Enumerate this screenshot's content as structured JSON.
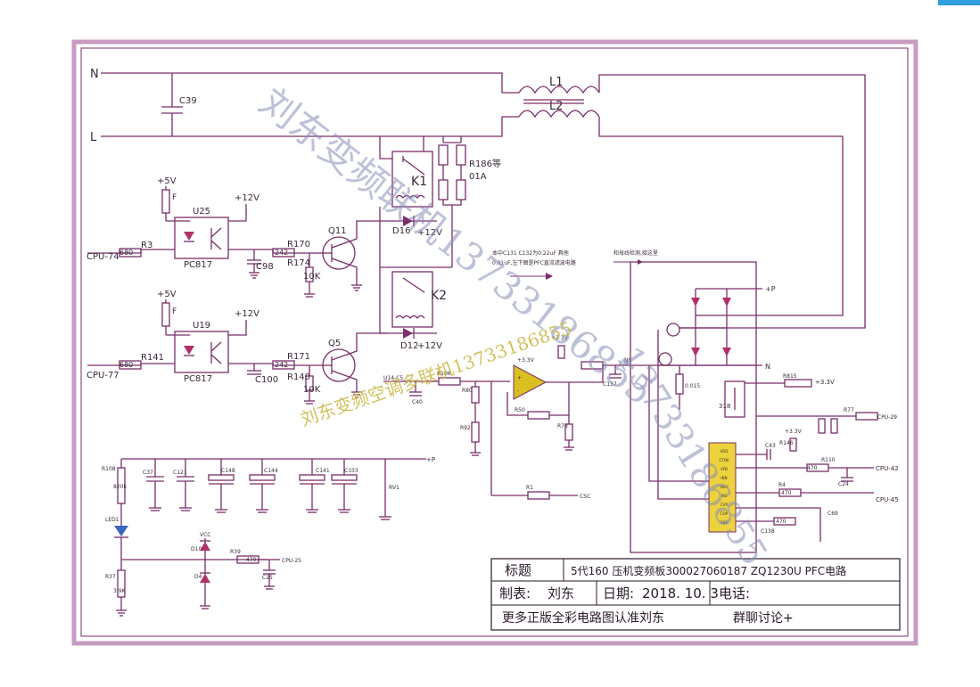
{
  "colors": {
    "frame": "#c79bc2",
    "wire": "#7a2e6a",
    "opamp": "#d8c020",
    "ic": "#ecd23c",
    "led": "#b0306a",
    "watermark_blue": "#8890b8",
    "watermark_yellow": "#c8b840",
    "top_tab": "#2f9fe0"
  },
  "rails": {
    "n": "N",
    "l": "L",
    "plus5v": "+5V",
    "plus12v": "+12V",
    "plus3v3": "+3.3V",
    "plus_p": "+P"
  },
  "inductors": {
    "l1": "L1",
    "l2": "L2"
  },
  "relays": {
    "k1": "K1",
    "k2": "K2"
  },
  "labels": {
    "c39": "C39",
    "r186": "R186等",
    "r186_val": "01A",
    "u25": "U25",
    "u19": "U19",
    "pc817_a": "PC817",
    "pc817_b": "PC817",
    "f_a": "F",
    "f_b": "F",
    "q11": "Q11",
    "q5": "Q5",
    "d16": "D16",
    "d12": "D12",
    "r170": "R170",
    "r170_val": "242",
    "r174": "R174",
    "r174_val": "10K",
    "r171": "R171",
    "r171_val": "242",
    "r140": "R140",
    "r140_val": "10K",
    "r3": "R3",
    "r3_val": "680",
    "r141": "R141",
    "r141_val": "680",
    "c98": "C98",
    "c100": "C100",
    "cpu74": "CPU-74",
    "cpu77": "CPU-77",
    "note1_a": "本中C131 C132为0.22uF 具他",
    "note1_b": "0.01uF,左下图是PFC直流滤波电路",
    "note2": "和母线检测,接这里",
    "ui4": "U14-C5",
    "r106": "R106",
    "r80": "R80",
    "r92": "R92",
    "r50": "R50",
    "r78": "R78",
    "c40": "C40",
    "c137": "C137",
    "ns": "NS",
    "n_bus": "N",
    "r015": "0.015",
    "r815": "R815",
    "r77": "R77",
    "cpu29": "CPU-29",
    "cpu42": "CPU-42",
    "cpu45": "CPU-45",
    "csc": "CSC",
    "r1": "R1",
    "r4": "R4",
    "r110": "R110",
    "r146": "R146",
    "c43": "C43",
    "c69": "C69",
    "c138": "C138",
    "r_470a": "470",
    "r_470b": "470",
    "r_470c": "470",
    "ic_pins": [
      "VDD",
      "CTOK",
      "VFB",
      "INN",
      "IIN-S",
      "INS",
      "CVP",
      "COP",
      "GND"
    ],
    "r108": "R108",
    "r108_val": "820k",
    "c37": "C37",
    "c121": "C121",
    "c148": "C148",
    "c144": "C144",
    "c141": "C141",
    "c333": "C333",
    "rv1": "RV1",
    "led1": "LED1",
    "r37": "R37",
    "r37_val": "3.9K",
    "d10": "D10",
    "d4": "D4",
    "vcc": "VCC",
    "r39": "R39",
    "r39_val": "470",
    "c25": "C25",
    "cpu25": "CPU-25"
  },
  "title_block": {
    "title_label": "标题",
    "title_value": "5代160  压机变频板300027060187  ZQ1230U  PFC电路",
    "maker_label": "制表:",
    "maker_value": "刘东",
    "date_label": "日期:",
    "date_value": "2018. 10. 3",
    "phone_label": "电话:",
    "phone_value": "",
    "footer_left": "更多正版全彩电路图认准刘东",
    "footer_right": "群聊讨论+"
  },
  "watermarks": {
    "blue_main": "刘东变频联机13733186855",
    "blue_second": "13733186855",
    "yellow_line": "刘东变频空调多联机13733186855"
  }
}
